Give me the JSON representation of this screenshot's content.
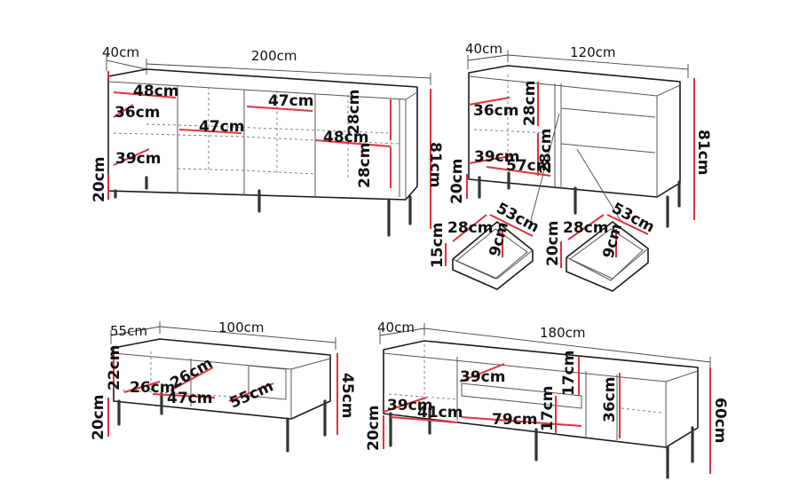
{
  "accent_color": "#e0323a",
  "units": "cm",
  "diagrams": {
    "sideboard_200": {
      "depth": "40cm",
      "width": "200cm",
      "height": "81cm",
      "leg_height": "20cm",
      "shelf_widths": [
        "48cm",
        "47cm",
        "47cm",
        "48cm"
      ],
      "shelf_depths": [
        "36cm",
        "39cm"
      ],
      "compartment_heights": [
        "28cm",
        "28cm"
      ]
    },
    "sideboard_120": {
      "depth": "40cm",
      "width": "120cm",
      "height": "81cm",
      "leg_height": "20cm",
      "shelf_depths": [
        "36cm",
        "39cm"
      ],
      "shelf_width": "57cm",
      "compartment_heights": [
        "28cm",
        "28cm"
      ]
    },
    "drawer_small": {
      "width": "28cm",
      "depth": "53cm",
      "inner_height": "9cm",
      "front_height": "15cm"
    },
    "drawer_large": {
      "width": "28cm",
      "depth": "53cm",
      "inner_height": "9cm",
      "front_height": "20cm"
    },
    "coffee_table": {
      "depth": "55cm",
      "width": "100cm",
      "height": "45cm",
      "leg_height": "20cm",
      "inner_height": "22cm",
      "inner_depths": [
        "26cm",
        "26cm"
      ],
      "inner_width": "47cm",
      "drawer_depth": "55cm"
    },
    "tv_stand": {
      "depth": "40cm",
      "width": "180cm",
      "height": "60cm",
      "leg_height": "20cm",
      "shelf_depths": [
        "39cm",
        "39cm"
      ],
      "shelf_widths": [
        "41cm",
        "79cm"
      ],
      "compartment_heights": [
        "17cm",
        "17cm",
        "36cm"
      ]
    }
  }
}
